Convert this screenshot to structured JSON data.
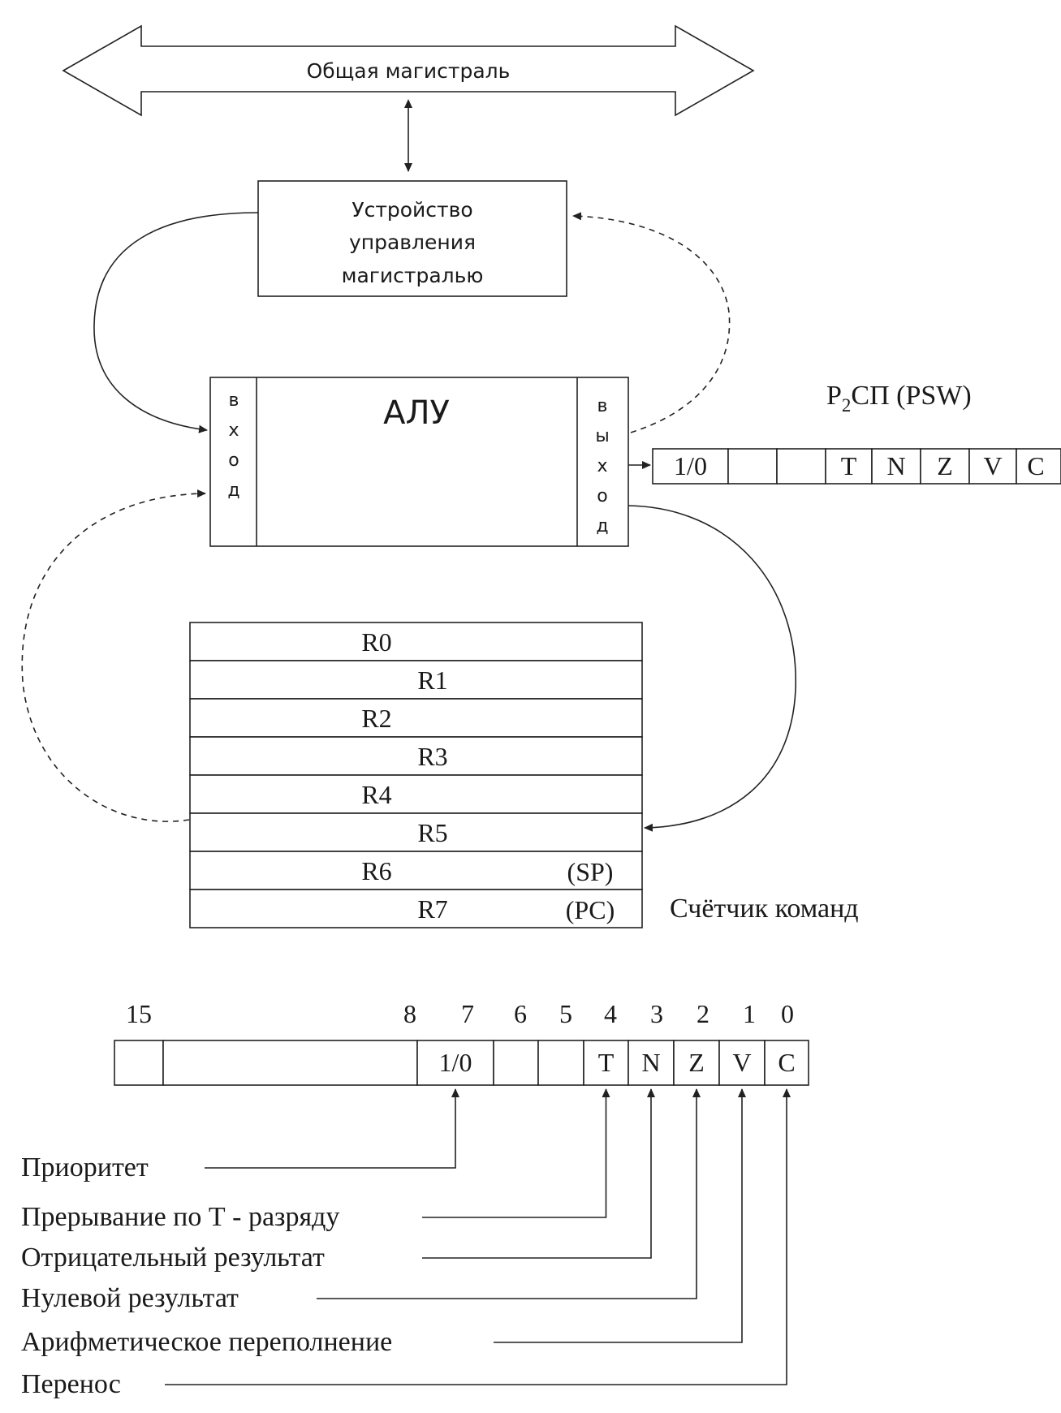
{
  "bus": {
    "label": "Общая магистраль"
  },
  "bus_controller": {
    "lines": [
      "Устройство",
      "управления",
      "магистралью"
    ]
  },
  "alu": {
    "label": "АЛУ",
    "input_letters": [
      "в",
      "х",
      "о",
      "д"
    ],
    "output_letters": [
      "в",
      "ы",
      "х",
      "о",
      "д"
    ]
  },
  "psw_top": {
    "title_main": "Р",
    "title_sub": "2",
    "title_rest": "СП (PSW)",
    "cells": [
      "1/0",
      "",
      "",
      "T",
      "N",
      "Z",
      "V",
      "C"
    ]
  },
  "registers": {
    "rows": [
      {
        "name": "R0",
        "note": ""
      },
      {
        "name": "R1",
        "note": ""
      },
      {
        "name": "R2",
        "note": ""
      },
      {
        "name": "R3",
        "note": ""
      },
      {
        "name": "R4",
        "note": ""
      },
      {
        "name": "R5",
        "note": ""
      },
      {
        "name": "R6",
        "note": "(SP)"
      },
      {
        "name": "R7",
        "note": "(PC)"
      }
    ],
    "pc_caption": "Счётчик команд"
  },
  "psw_bits": {
    "bit_numbers": [
      "15",
      "8",
      "7",
      "6",
      "5",
      "4",
      "3",
      "2",
      "1",
      "0"
    ],
    "cells": [
      "1/0",
      "",
      "",
      "T",
      "N",
      "Z",
      "V",
      "C"
    ]
  },
  "flag_descriptions": [
    {
      "text": "Приоритет",
      "flag": "1/0"
    },
    {
      "text": "Прерывание по Т - разряду",
      "flag": "T"
    },
    {
      "text": "Отрицательный результат",
      "flag": "N"
    },
    {
      "text": "Нулевой результат",
      "flag": "Z"
    },
    {
      "text": "Арифметическое переполнение",
      "flag": "V"
    },
    {
      "text": "Перенос",
      "flag": "C"
    }
  ]
}
